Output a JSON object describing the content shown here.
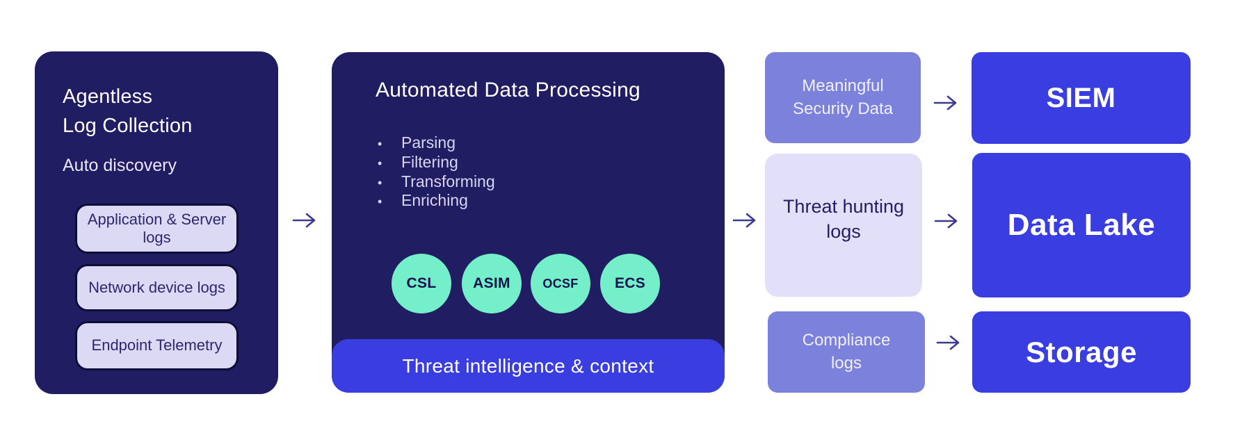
{
  "colors": {
    "panel_navy": "#201d63",
    "accent_blue": "#3a3ee0",
    "periwinkle": "#7c82dc",
    "lavender": "#e2dff8",
    "source_box_fill": "#dcd9f4",
    "schema_teal": "#74efc9",
    "arrow": "#3c3a8e"
  },
  "collection": {
    "title_line1": "Agentless",
    "title_line2": "Log Collection",
    "subtitle": "Auto discovery",
    "sources": [
      "Application & Server logs",
      "Network device logs",
      "Endpoint Telemetry"
    ]
  },
  "processing": {
    "title": "Automated Data Processing",
    "bullet": "•",
    "steps": [
      "Parsing",
      "Filtering",
      "Transforming",
      "Enriching"
    ],
    "schemas": [
      "CSL",
      "ASIM",
      "OCSF",
      "ECS"
    ],
    "footer": "Threat intelligence & context"
  },
  "outputs": [
    {
      "line1": "Meaningful",
      "line2": "Security Data"
    },
    {
      "line1": "Threat hunting",
      "line2": "logs"
    },
    {
      "line1": "Compliance",
      "line2": "logs"
    }
  ],
  "destinations": [
    "SIEM",
    "Data Lake",
    "Storage"
  ]
}
